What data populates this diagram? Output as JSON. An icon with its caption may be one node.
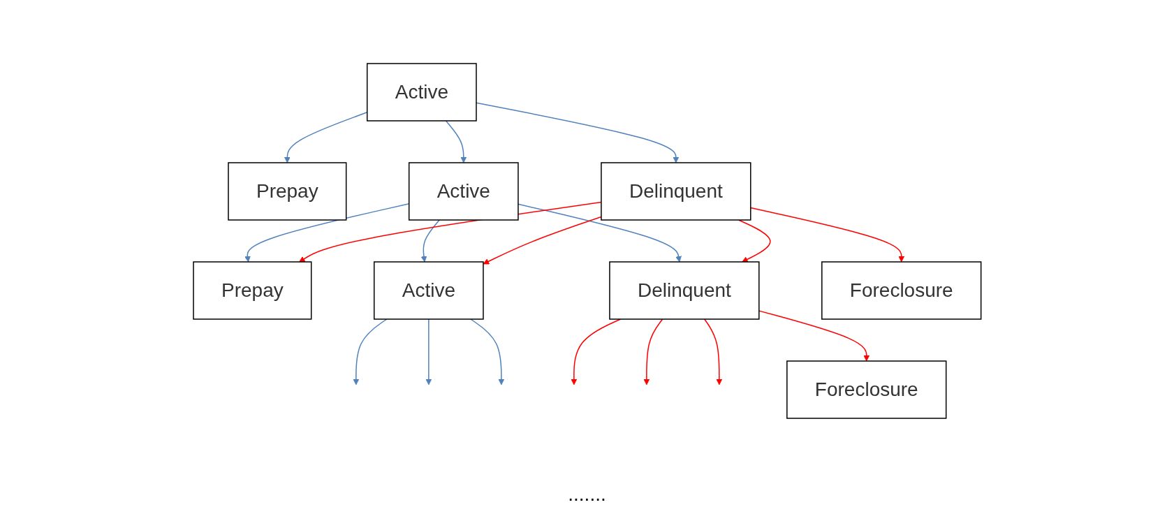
{
  "diagram": {
    "nodes": [
      {
        "text": [
          "Active"
        ]
      },
      {
        "text": [
          "Prepay"
        ]
      },
      {
        "text": [
          "Active"
        ]
      },
      {
        "text": [
          "Delinquent"
        ]
      },
      {
        "text": [
          "Prepay"
        ]
      },
      {
        "text": [
          "Active"
        ]
      },
      {
        "text": [
          "Delinquent"
        ]
      },
      {
        "text": [
          "Foreclosure"
        ]
      },
      {
        "text": [
          "Foreclosure"
        ]
      }
    ],
    "edges": [
      {
        "from": 0,
        "to": 1,
        "arrow": "to"
      },
      {
        "from": 0,
        "to": 2,
        "arrow": "to"
      },
      {
        "from": 0,
        "to": 3,
        "arrow": "to"
      },
      {
        "from": 2,
        "to": 4,
        "arrow": "to"
      },
      {
        "from": 2,
        "to": 5,
        "arrow": "to"
      },
      {
        "from": 2,
        "to": 6,
        "arrow": "to"
      },
      {
        "from": 3,
        "to": 4,
        "arrow": "to",
        "color": "#ff0000"
      },
      {
        "from": 3,
        "to": 5,
        "arrow": "to",
        "color": "#ff0000"
      },
      {
        "from": 3,
        "to": 6,
        "arrow": "to",
        "color": "#ff0000"
      },
      {
        "from": 3,
        "to": 7,
        "arrow": "to",
        "color": "#ff0000"
      },
      {
        "from": 5,
        "to": null,
        "arrow": "to"
      },
      {
        "from": 5,
        "to": null,
        "arrow": "to"
      },
      {
        "from": 5,
        "to": null,
        "arrow": "to"
      },
      {
        "from": 6,
        "to": null,
        "arrow": "to",
        "color": "#ff0000"
      },
      {
        "from": 6,
        "to": null,
        "arrow": "to",
        "color": "#ff0000"
      },
      {
        "from": 6,
        "to": null,
        "arrow": "to",
        "color": "#ff0000"
      },
      {
        "from": 6,
        "to": 8,
        "arrow": "to",
        "color": "#ff0000"
      }
    ],
    "labels": [
      "......."
    ]
  }
}
